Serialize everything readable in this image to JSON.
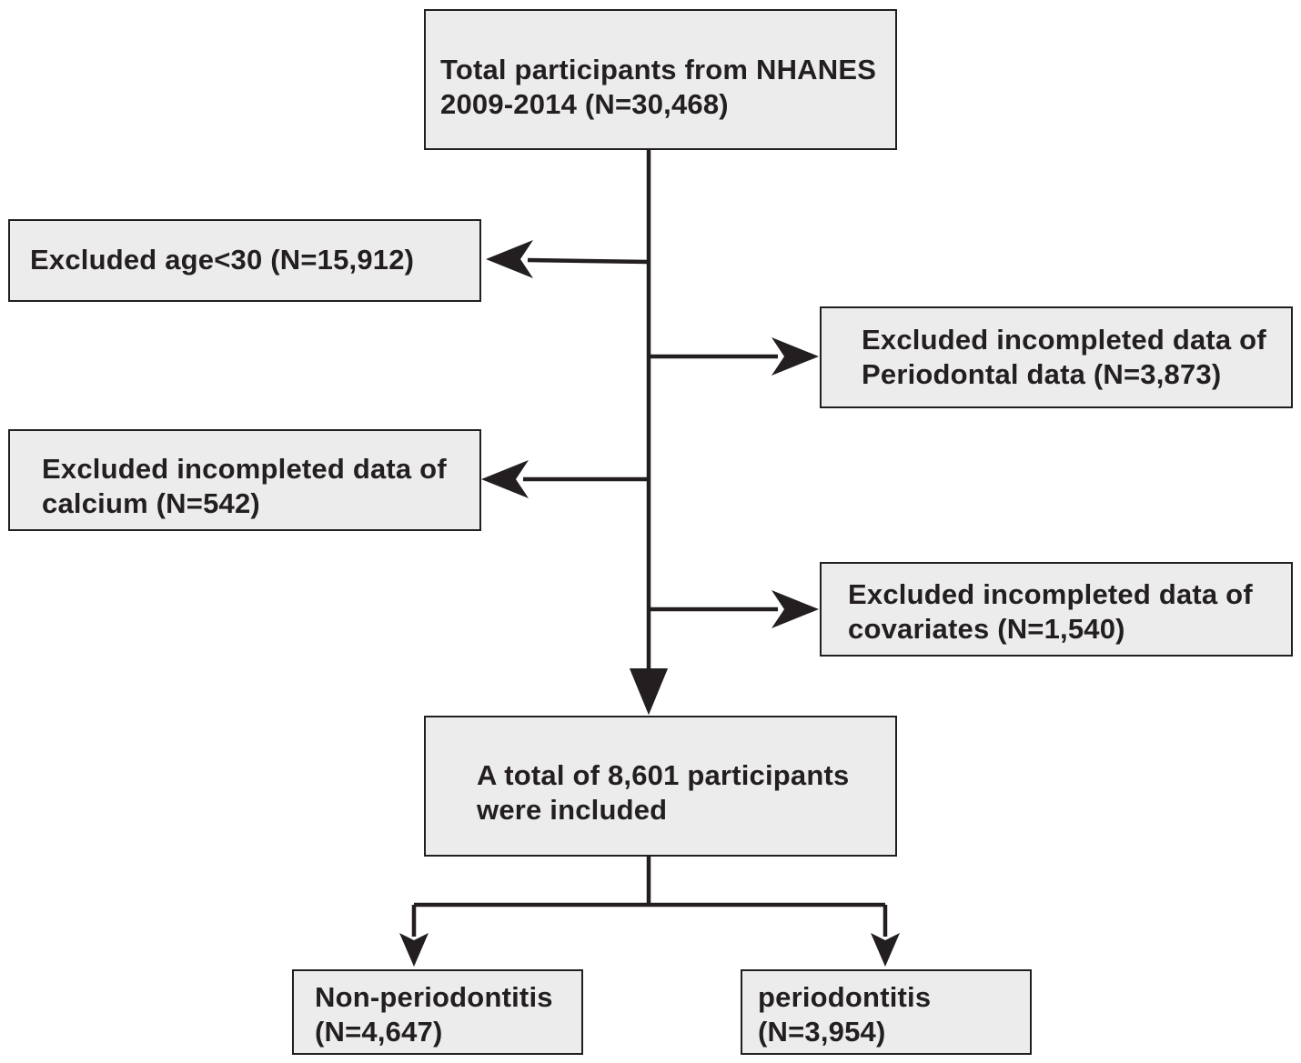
{
  "flowchart": {
    "start": {
      "line1": "Total participants from NHANES",
      "line2": "2009-2014 (N=30,468)"
    },
    "exclusions": [
      {
        "line1": "Excluded age<30 (N=15,912)"
      },
      {
        "line1": "Excluded incompleted data of",
        "line2": "Periodontal data (N=3,873)"
      },
      {
        "line1": "Excluded incompleted data of",
        "line2": "calcium (N=542)"
      },
      {
        "line1": "Excluded incompleted data of",
        "line2": "covariates (N=1,540)"
      }
    ],
    "included": {
      "line1": "A total of 8,601 participants",
      "line2": "were included"
    },
    "groups": [
      {
        "line1": "Non-periodontitis",
        "line2": "(N=4,647)"
      },
      {
        "line1": "periodontitis",
        "line2": "(N=3,954)"
      }
    ]
  }
}
